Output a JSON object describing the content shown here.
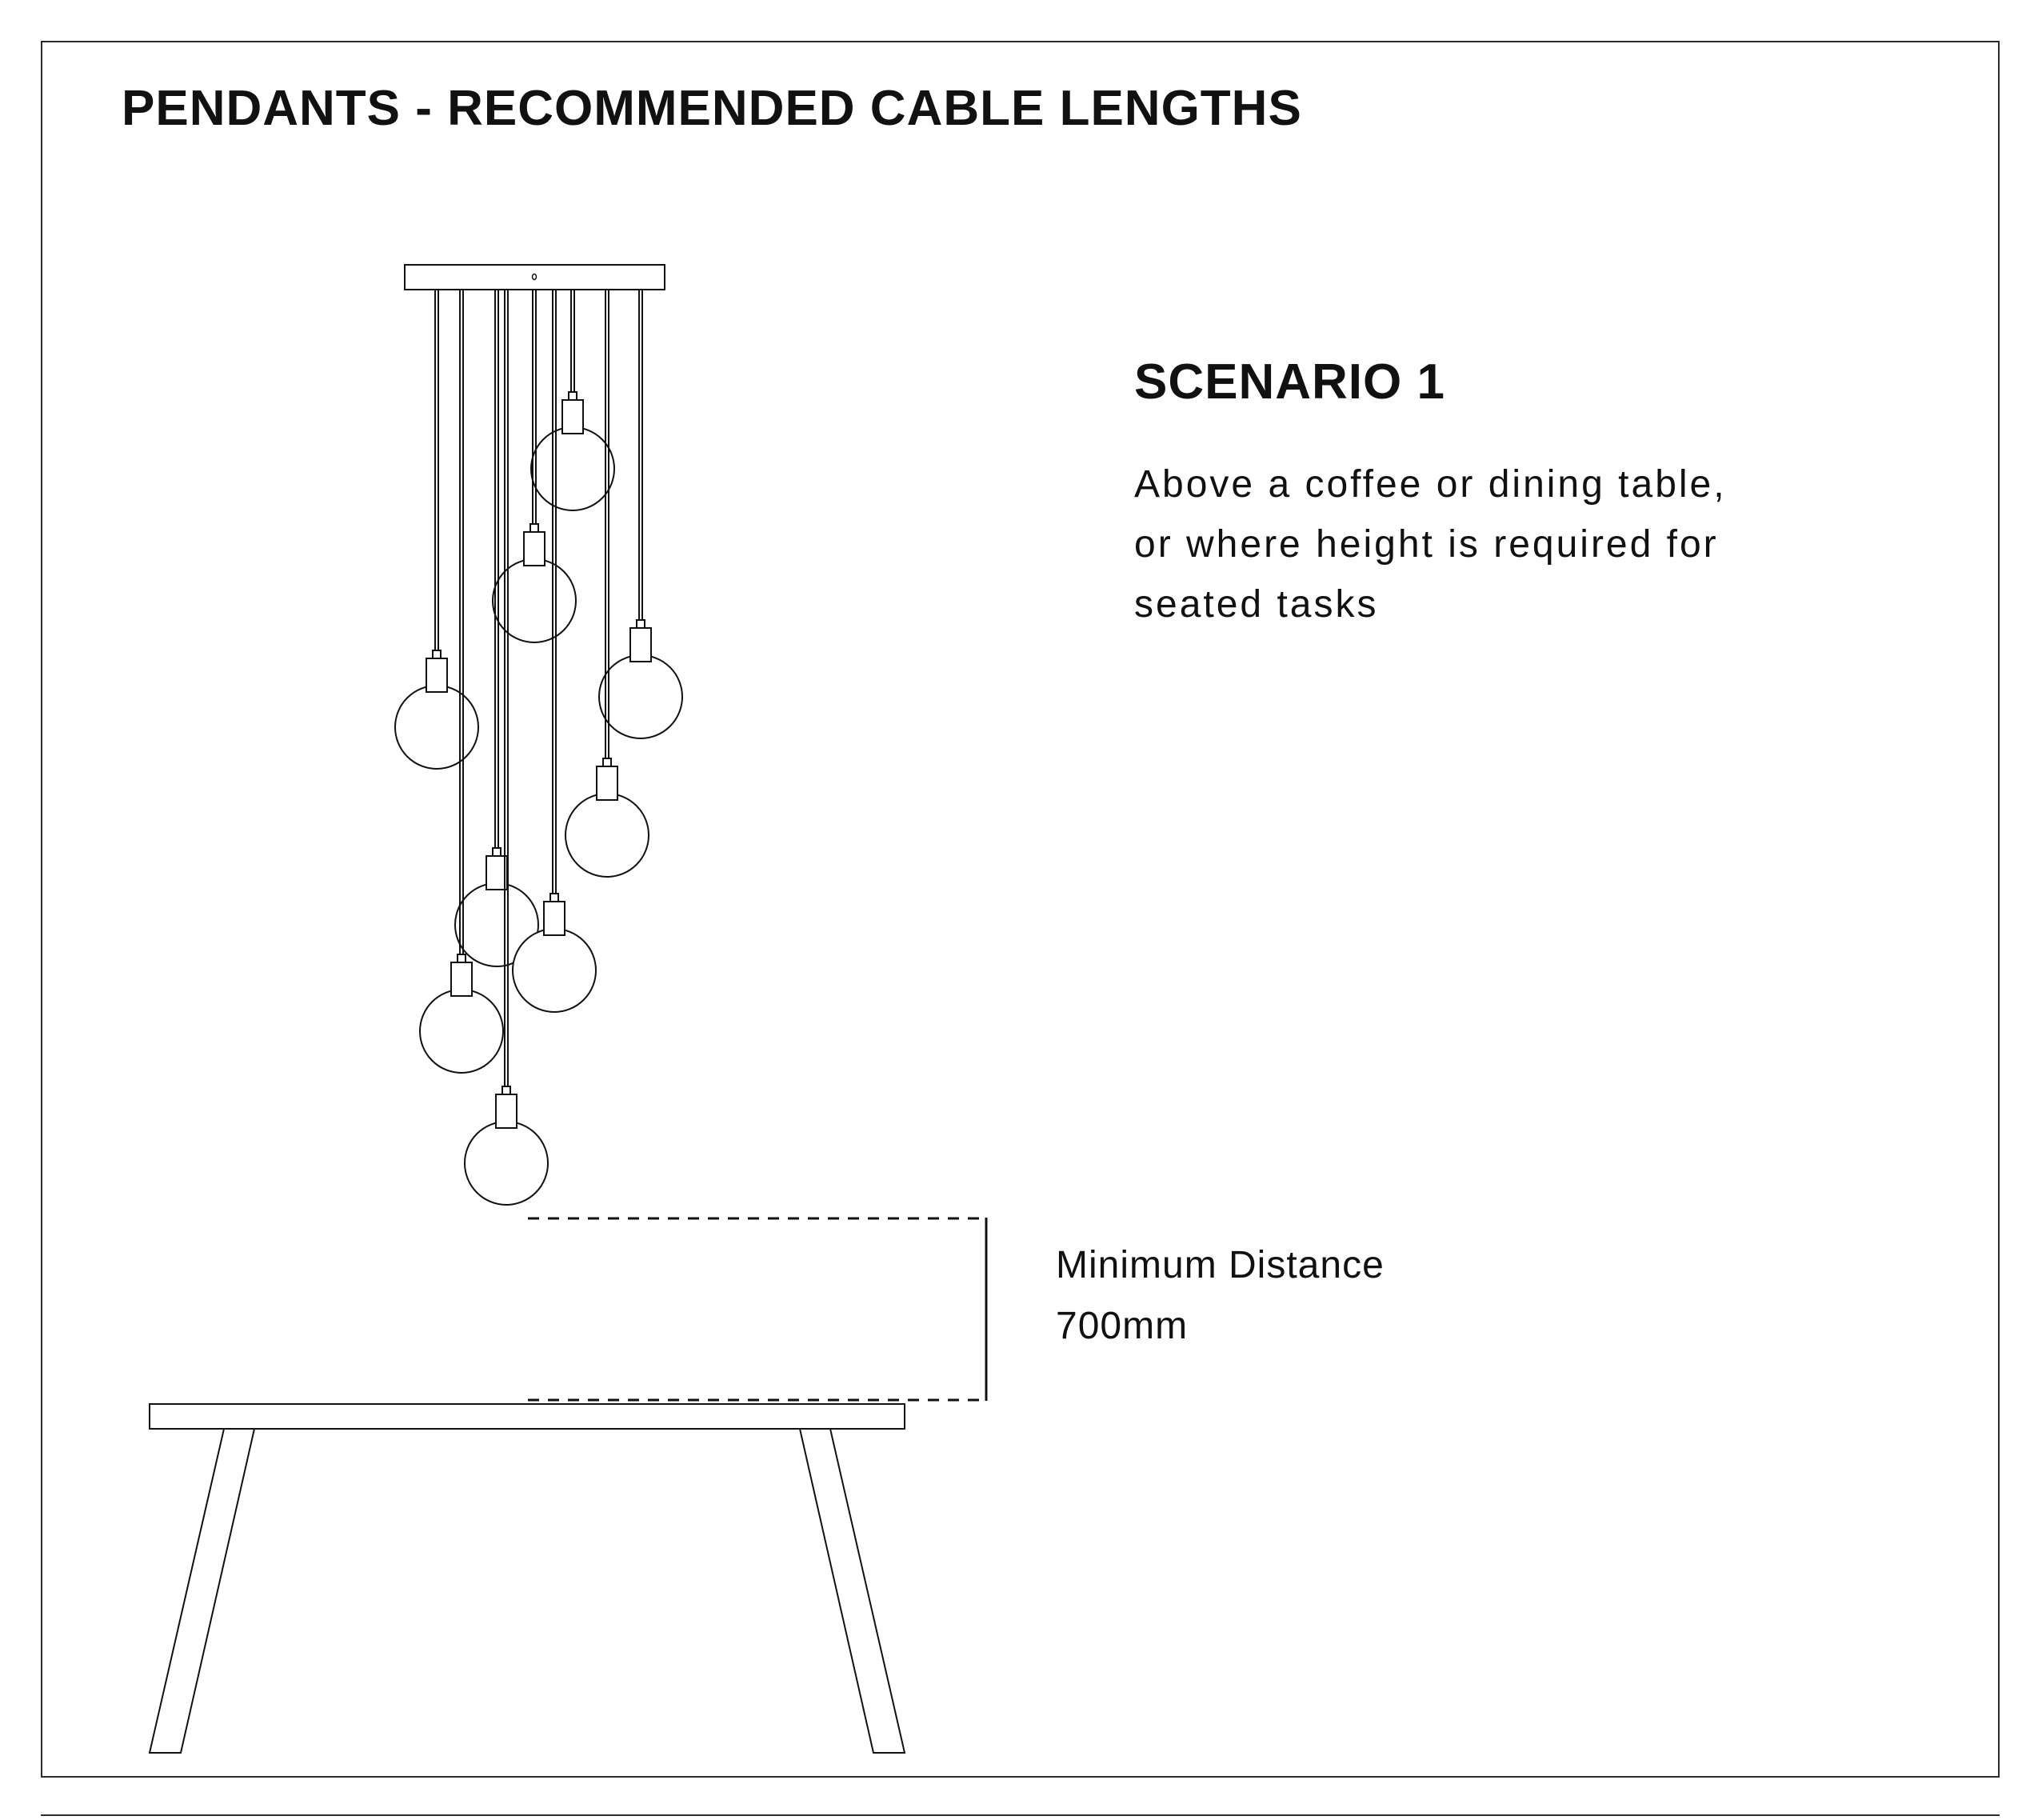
{
  "header": {
    "title": "PENDANTS - RECOMMENDED CABLE LENGTHS"
  },
  "scenario": {
    "title": "SCENARIO 1",
    "description_lines": [
      "Above a coffee or dining table,",
      "or where height is required for",
      "seated tasks"
    ]
  },
  "dimension": {
    "label": "Minimum Distance",
    "value": "700mm"
  },
  "colors": {
    "line": "#111111",
    "frame": "#2b2b2b",
    "background": "#ffffff"
  }
}
